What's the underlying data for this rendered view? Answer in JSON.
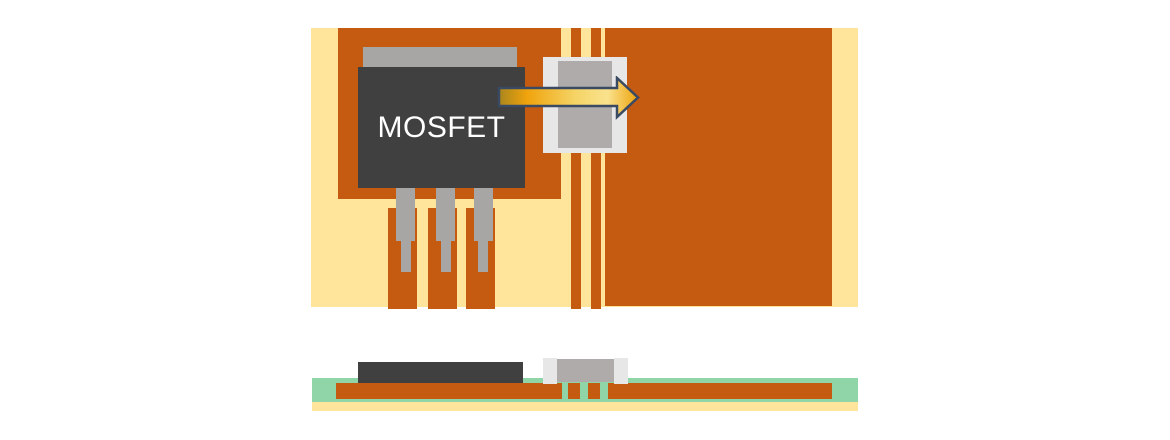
{
  "diagram": {
    "package": {
      "label": "MOSFET"
    },
    "arrow": {
      "icon": "current-flow-arrow",
      "direction": "right"
    },
    "colors": {
      "background": "#FFFFFF",
      "board_yellow": "#FFE59B",
      "copper": "#C55A11",
      "package_body": "#404040",
      "metal_gray": "#A8A5A5",
      "shunt_cap": "#E8E7E7",
      "shunt_body": "#AFABAB",
      "laminate_green": "#8FD5A7",
      "label_text": "#FFFFFF",
      "arrow_outline": "#394A62",
      "arrow_g0": "#A9861E",
      "arrow_g1": "#F0A30C",
      "arrow_g2": "#F5D466",
      "arrow_g3": "#FAE28E",
      "arrow_g4": "#EDA20B"
    }
  }
}
